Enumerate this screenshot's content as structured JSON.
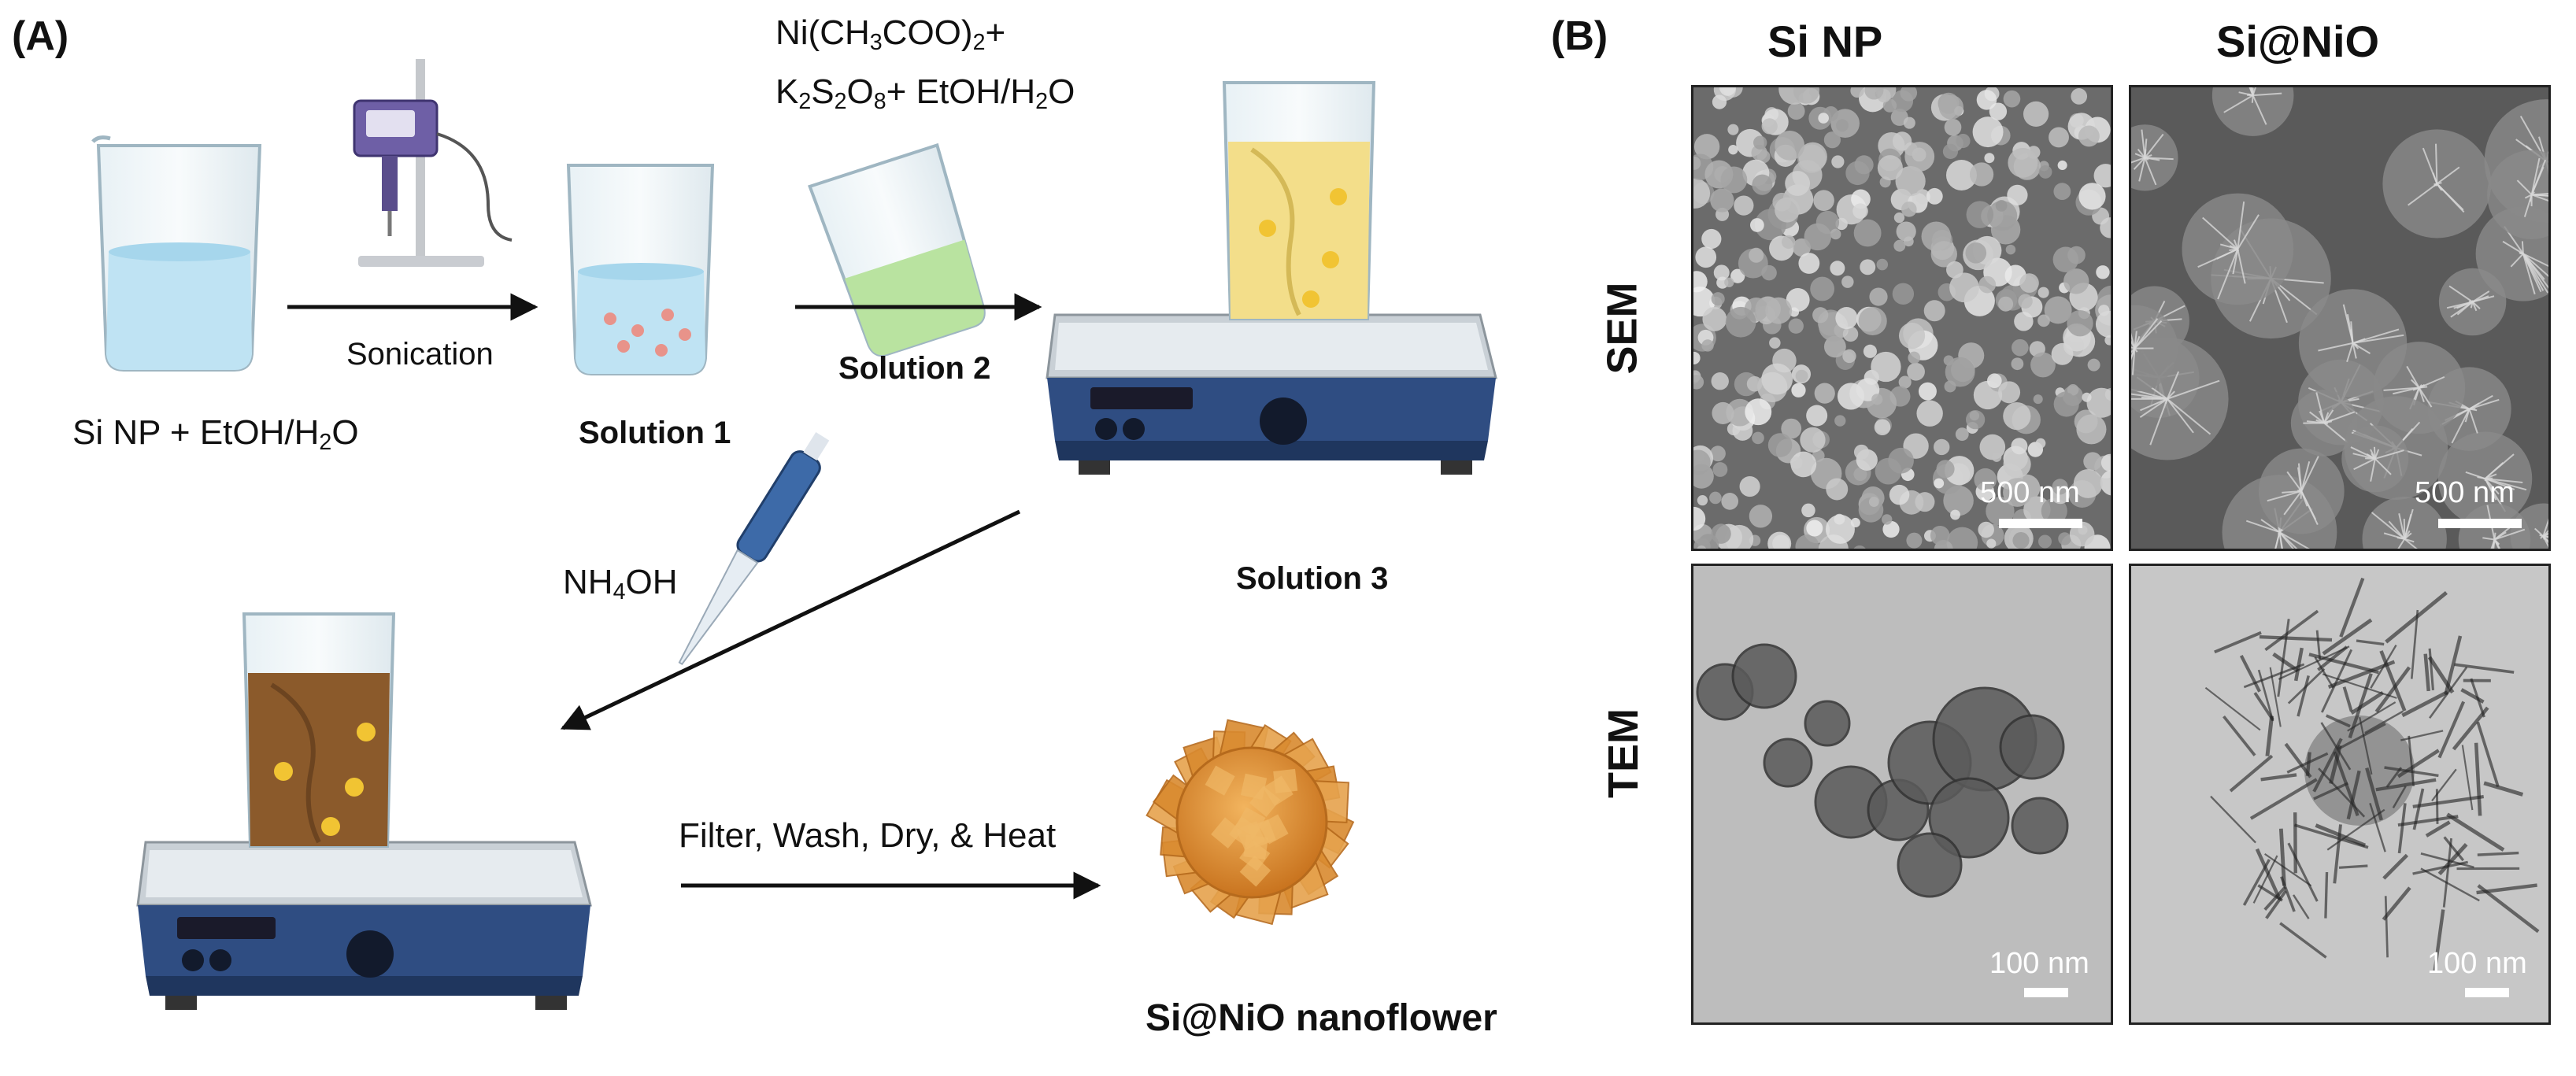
{
  "panel_a": {
    "label": "(A)",
    "reagent_initial": {
      "pre": "Si NP + EtOH/H",
      "sub": "2",
      "post": "O"
    },
    "sonication_label": "Sonication",
    "solution1_label": "Solution 1",
    "solution2_reagents_line1": {
      "pre": "Ni(CH",
      "sub1": "3",
      "mid": "COO)",
      "sub2": "2",
      "post": "+"
    },
    "solution2_reagents_line2": {
      "a": "K",
      "s1": "2",
      "b": "S",
      "s2": "2",
      "c": "O",
      "s3": "8",
      "d": "+ EtOH/H",
      "s4": "2",
      "e": "O"
    },
    "solution2_label": "Solution 2",
    "solution3_label": "Solution 3",
    "nh4oh": {
      "pre": "NH",
      "sub": "4",
      "post": "OH"
    },
    "final_step_label": "Filter, Wash, Dry, & Heat",
    "product_label": "Si@NiO nanoflower"
  },
  "panel_b": {
    "label": "(B)",
    "col_headers": [
      "Si NP",
      "Si@NiO"
    ],
    "row_headers": [
      "SEM",
      "TEM"
    ],
    "scale_bars": {
      "sem_si": "500 nm",
      "sem_sinio": "500 nm",
      "tem_si": "100 nm",
      "tem_sinio": "100 nm"
    }
  },
  "colors": {
    "water": "#bfe3f3",
    "yellow_solution": "#f3de8a",
    "brown_solution": "#8b5a2b",
    "green_solution": "#b9e3a0",
    "stirrer_blue": "#2f4d82",
    "nanoflower": "#e39a3c"
  }
}
